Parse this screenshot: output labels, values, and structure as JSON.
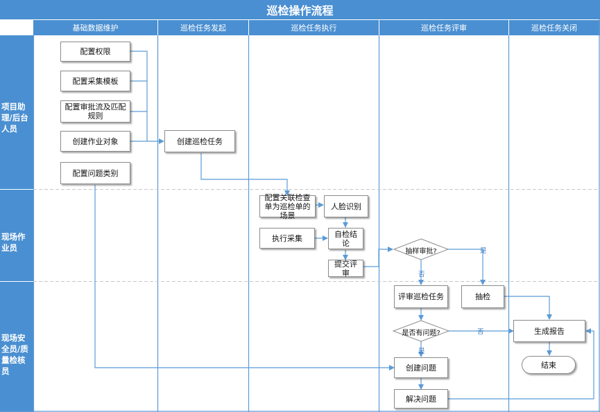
{
  "title": "巡检操作流程",
  "columns": [
    "基础数据维护",
    "巡检任务发起",
    "巡检任务执行",
    "巡检任务评审",
    "巡检任务关闭"
  ],
  "lanes": [
    "项目助理/后台人员",
    "现场作业员",
    "现场安全员/质量检核员"
  ],
  "nodes": {
    "config_perm": "配置权限",
    "config_template": "配置采集模板",
    "config_approval": "配置审批流及匹配规则",
    "create_object": "创建作业对象",
    "config_issue_type": "配置问题类别",
    "create_task": "创建巡检任务",
    "config_scene": "配置关联检查单为巡检单的场景",
    "face_id": "人脸识别",
    "execute_collect": "执行采集",
    "self_check": "自检结论",
    "submit_review": "提交评审",
    "sample_review_q": "抽样审批?",
    "review_task": "评审巡检任务",
    "spot_check": "抽检",
    "has_issue_q": "是否有问题?",
    "create_issue": "创建问题",
    "resolve_issue": "解决问题",
    "gen_report": "生成报告",
    "end": "结束"
  },
  "labels": {
    "yes1": "是",
    "no1": "否",
    "no2": "否",
    "yes2": "是"
  },
  "colors": {
    "header": "#4a8fd1",
    "line": "#5b9bd5",
    "grid": "#c8c8c8"
  }
}
